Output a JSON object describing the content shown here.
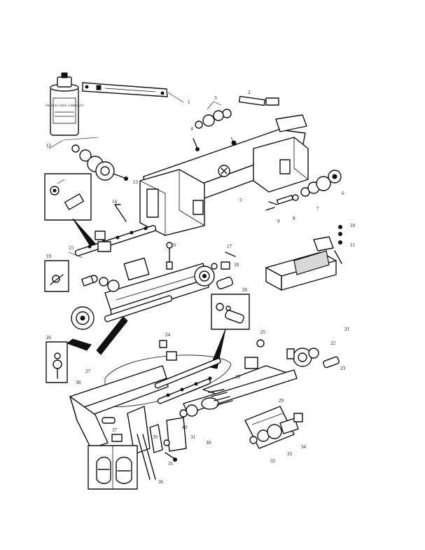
{
  "figure": {
    "lubricant_can_label": "CHAIN & CABLE LUBRICANT",
    "callouts": [
      "1",
      "2",
      "3",
      "4",
      "5",
      "6",
      "7",
      "8",
      "9",
      "10",
      "11",
      "12",
      "13",
      "14",
      "15",
      "16",
      "17",
      "18",
      "19",
      "20",
      "21",
      "22",
      "23",
      "24",
      "25",
      "26",
      "27",
      "28",
      "29",
      "30",
      "31",
      "32",
      "33",
      "34",
      "35",
      "36",
      "37",
      "38",
      "39",
      "40"
    ]
  }
}
